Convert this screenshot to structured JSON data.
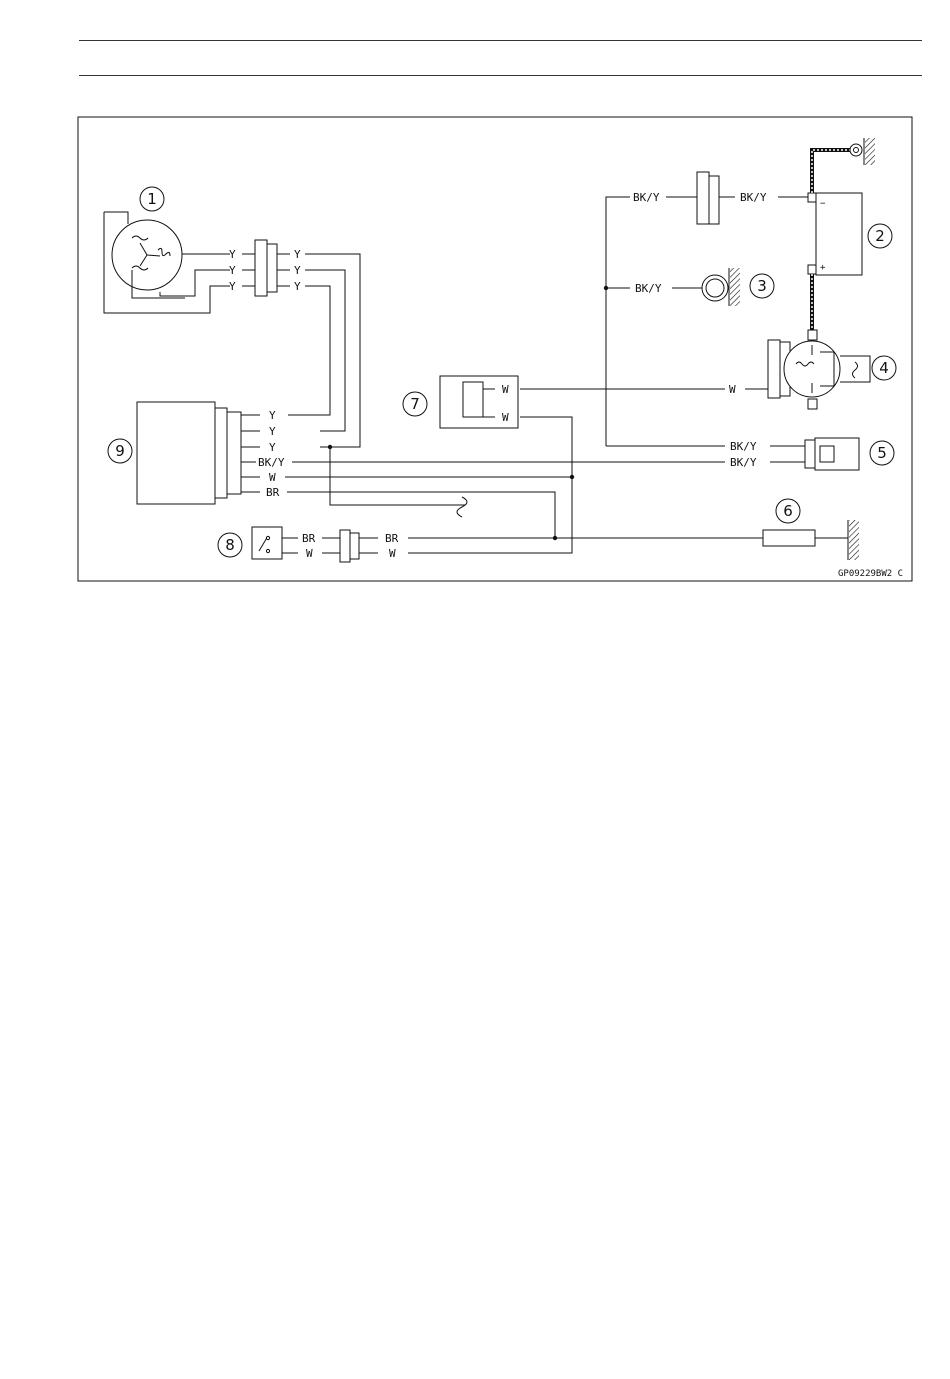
{
  "figure_code": "GP09229BW2 C",
  "callouts": [
    "1",
    "2",
    "3",
    "4",
    "5",
    "6",
    "7",
    "8",
    "9"
  ],
  "wire_labels": {
    "y": "Y",
    "bky": "BK/Y",
    "w": "W",
    "br": "BR"
  }
}
